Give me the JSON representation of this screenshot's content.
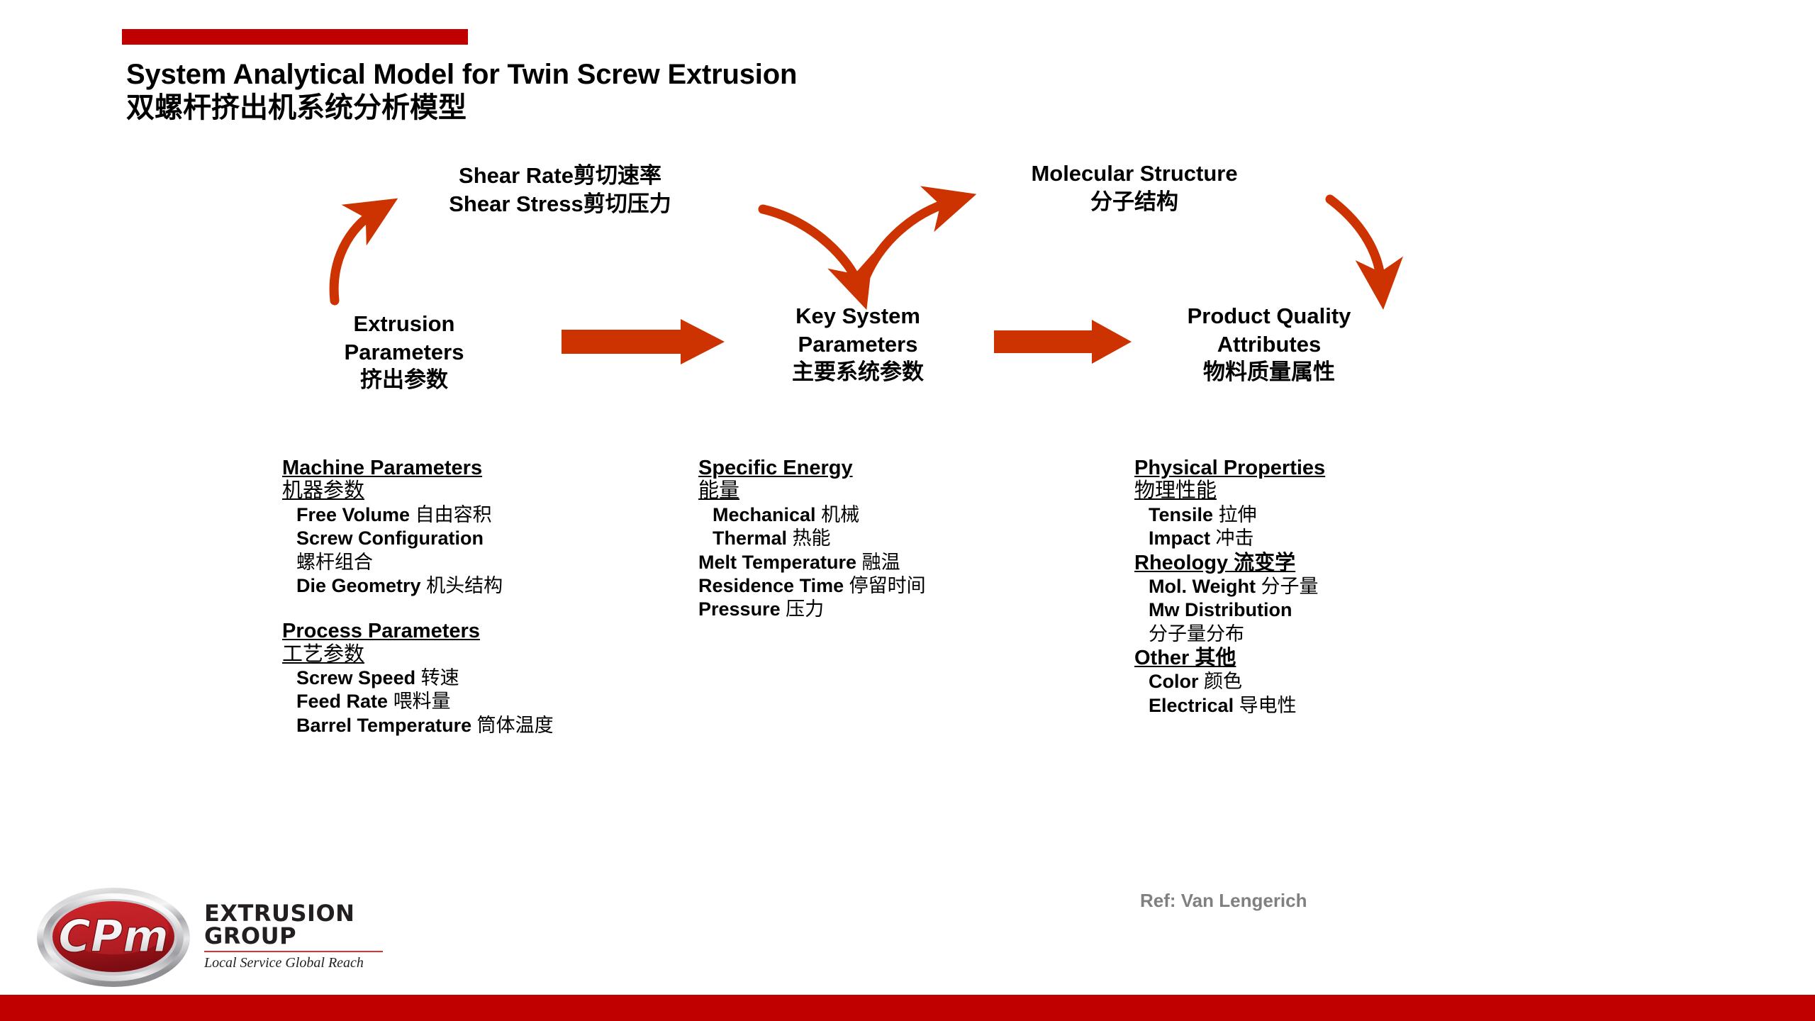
{
  "slide": {
    "title_en": "System Analytical Model for Twin Screw Extrusion",
    "title_zh": "双螺杆挤出机系统分析模型",
    "accent_color": "#C00000",
    "arrow_color": "#CC3300",
    "credit": "Ref: Van Lengerich"
  },
  "flow": {
    "captions": {
      "shear_line1": "Shear Rate剪切速率",
      "shear_line2": "Shear Stress剪切压力",
      "molecular_line1": "Molecular Structure",
      "molecular_line2": "分子结构"
    },
    "nodes": [
      {
        "id": "extrusion-parameters",
        "line1": "Extrusion",
        "line2": "Parameters",
        "line3": "挤出参数"
      },
      {
        "id": "key-system-parameters",
        "line1": "Key System",
        "line2": "Parameters",
        "line3": "主要系统参数"
      },
      {
        "id": "product-quality-attributes",
        "line1": "Product Quality",
        "line2": "Attributes",
        "line3": "物料质量属性"
      }
    ]
  },
  "columns": {
    "machine": {
      "groups": [
        {
          "head_en": "Machine Parameters",
          "head_zh": "机器参数",
          "items": [
            {
              "en": "Free Volume",
              "zh": "自由容积"
            },
            {
              "en": "Screw Configuration",
              "zh": ""
            },
            {
              "en": "",
              "zh": "螺杆组合"
            },
            {
              "en": "Die Geometry",
              "zh": "机头结构"
            }
          ]
        },
        {
          "head_en": "Process Parameters",
          "head_zh": "工艺参数",
          "items": [
            {
              "en": "Screw Speed",
              "zh": "转速"
            },
            {
              "en": "Feed Rate",
              "zh": "喂料量"
            },
            {
              "en": "Barrel Temperature",
              "zh": "筒体温度"
            }
          ]
        }
      ]
    },
    "energy": {
      "head_en": "Specific Energy",
      "head_zh": "能量",
      "items": [
        {
          "en": "Mechanical",
          "zh": "机械"
        },
        {
          "en": "Thermal",
          "zh": "热能"
        }
      ],
      "top_level": [
        {
          "en": "Melt Temperature",
          "zh": "融温"
        },
        {
          "en": "Residence Time",
          "zh": "停留时间"
        },
        {
          "en": "Pressure",
          "zh": "压力"
        }
      ]
    },
    "quality": {
      "groups": [
        {
          "head_en": "Physical Properties",
          "head_zh": "物理性能",
          "head_inline": "",
          "items": [
            {
              "en": "Tensile",
              "zh": "拉伸"
            },
            {
              "en": "Impact",
              "zh": "冲击"
            }
          ]
        },
        {
          "head_en": "Rheology",
          "head_zh": "流变学",
          "head_inline": "Rheology 流变学",
          "items": [
            {
              "en": "Mol. Weight",
              "zh": "分子量"
            },
            {
              "en": "Mw Distribution",
              "zh": ""
            },
            {
              "en": "",
              "zh": "分子量分布"
            }
          ]
        },
        {
          "head_en": "Other",
          "head_zh": "其他",
          "head_inline": "Other 其他",
          "items": [
            {
              "en": "Color",
              "zh": "颜色"
            },
            {
              "en": "Electrical",
              "zh": "导电性"
            }
          ]
        }
      ]
    }
  },
  "logo": {
    "mark_text": "CPm",
    "line1": "EXTRUSION",
    "line2": "GROUP",
    "tagline": "Local Service Global Reach"
  }
}
